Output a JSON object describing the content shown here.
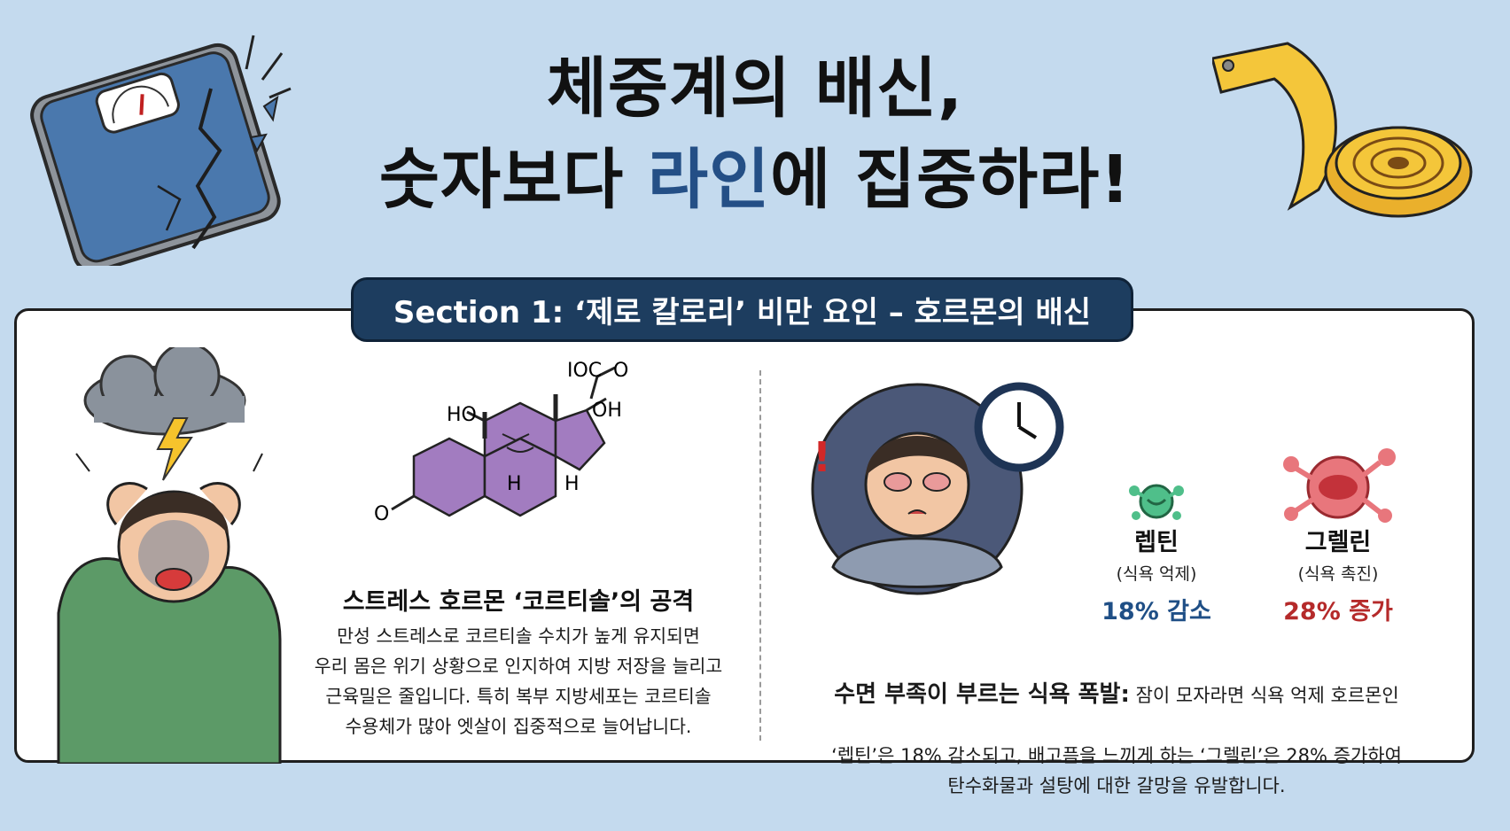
{
  "title": {
    "line1": "체중계의 배신,",
    "line2_prefix": "숫자보다 ",
    "line2_accent": "라인",
    "line2_suffix": "에 집중하라!"
  },
  "section": {
    "label": "Section 1: ‘제로 칼로리’ 비만 요인 – 호르몬의 배신"
  },
  "cortisol": {
    "heading": "스트레스 호르몬 ‘코르티솔’의 공격",
    "body": "만성 스트레스로 코르티솔 수치가 높게 유지되면\n우리 몸은 위기 상황으로 인지하여 지방 저장을 늘리고\n근육밀은 줄입니다. 특히 복부 지방세포는 코르티솔\n수용체가 많아 엣살이 집중적으로 늘어납니다.",
    "molecule_labels": {
      "ho": "HO",
      "oh": "OH",
      "o_top": "O",
      "co": "IOC",
      "o_bottom": "O",
      "h1": "H",
      "h2": "H"
    }
  },
  "sleep": {
    "heading_bold": "수면 부족이 부르는 식욕 폭발:",
    "body_line1": " 잠이 모자라면 식욕 억제 호르몬인",
    "body_rest": "‘렙틴’은 18% 감소되고, 배고픔을 느끼게 하는 ‘그렐린’은 28% 증가하여\n탄수화물과 설탕에 대한 갈망을 유발합니다.",
    "exclaim": "!"
  },
  "hormones": [
    {
      "name": "렙틴",
      "desc": "(식욕 억제)",
      "stat": "18% 감소",
      "color": "#1f4f86"
    },
    {
      "name": "그렐린",
      "desc": "(식욕 촉진)",
      "stat": "28% 증가",
      "color": "#b52a2a"
    }
  ],
  "colors": {
    "background": "#c4daee",
    "accent": "#244f86",
    "banner": "#1d3d5f",
    "molecule": "#a27cc0"
  }
}
